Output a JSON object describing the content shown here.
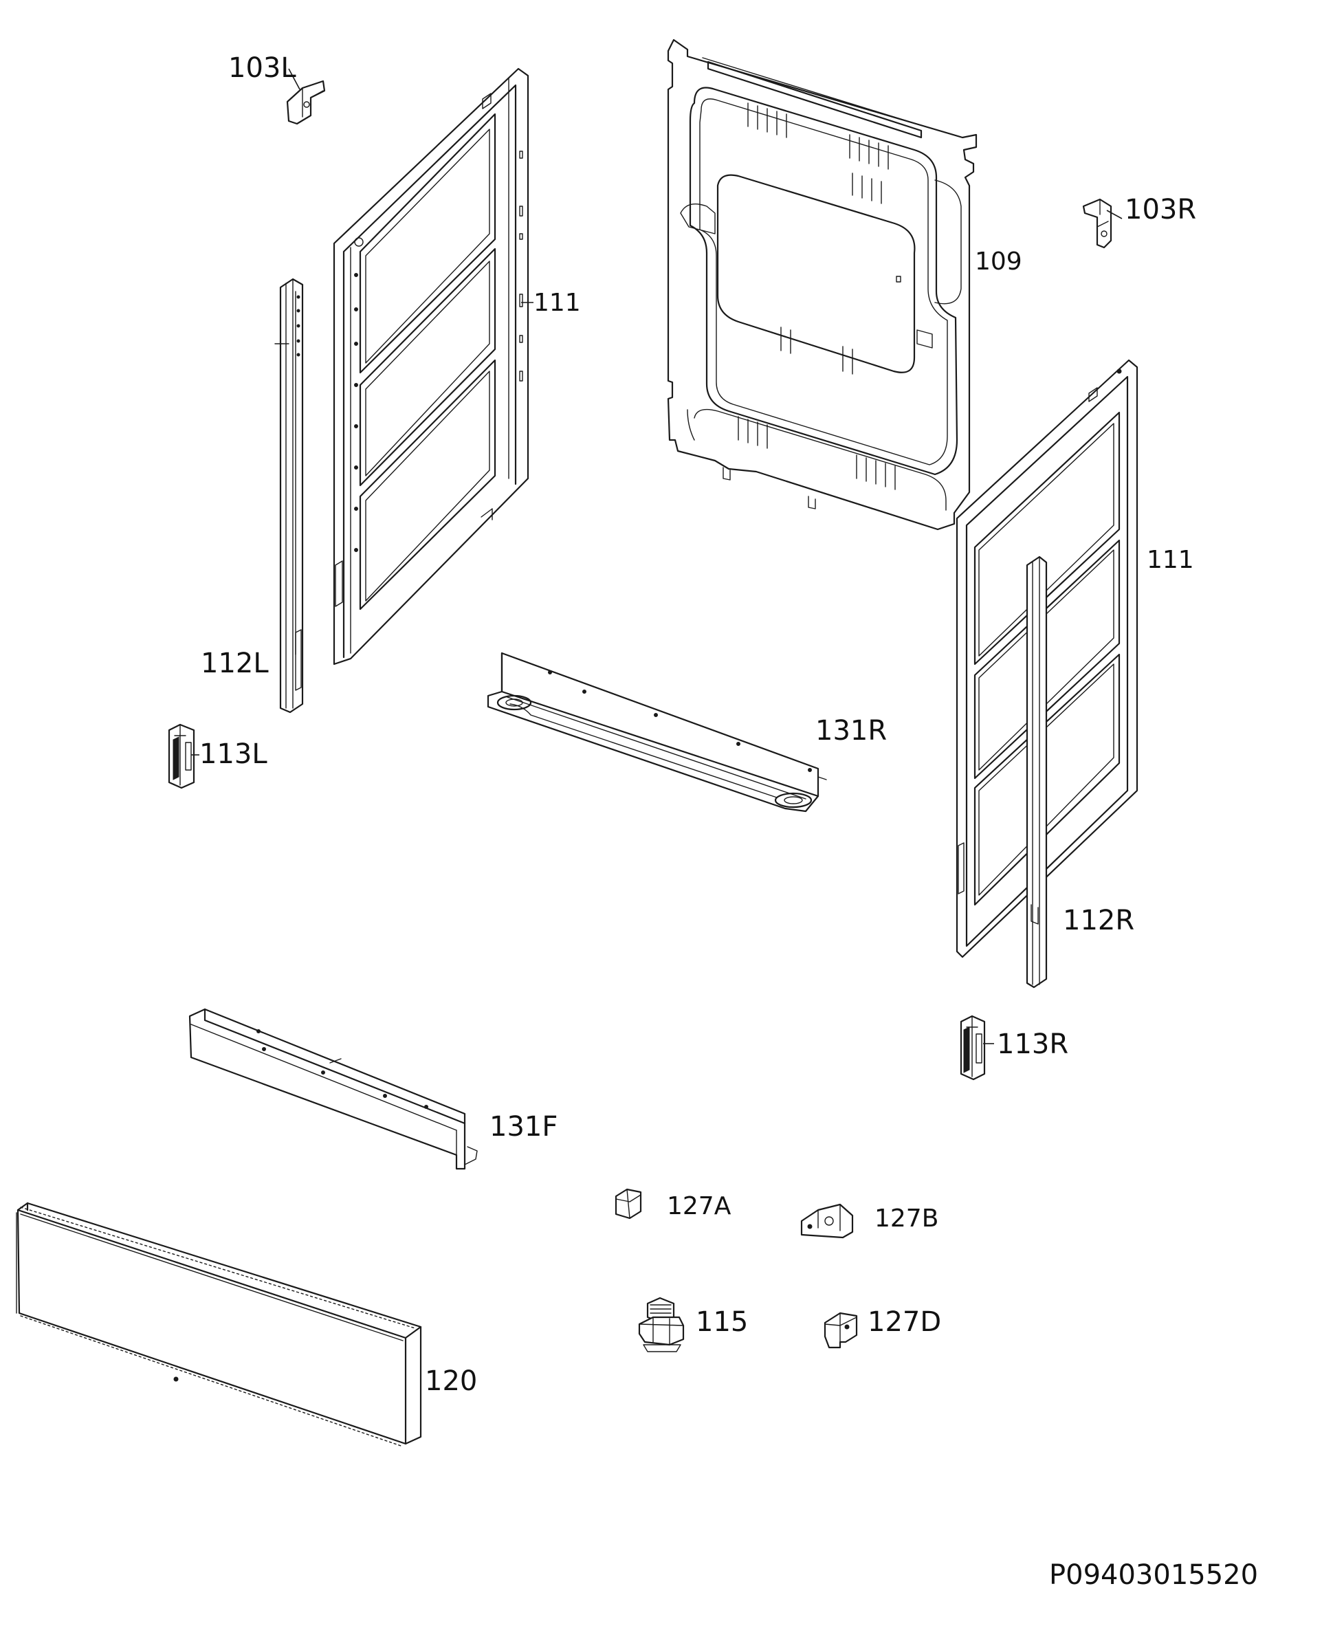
{
  "diagram": {
    "drawing_code": "P09403015520",
    "labels": {
      "p103L": "103L",
      "p103R": "103R",
      "p109": "109",
      "p111_left": "111",
      "p111_right": "111",
      "p112L": "112L",
      "p112R": "112R",
      "p113L": "113L",
      "p113R": "113R",
      "p131R": "131R",
      "p131F": "131F",
      "p127A": "127A",
      "p127B": "127B",
      "p127D": "127D",
      "p115": "115",
      "p120": "120"
    }
  }
}
